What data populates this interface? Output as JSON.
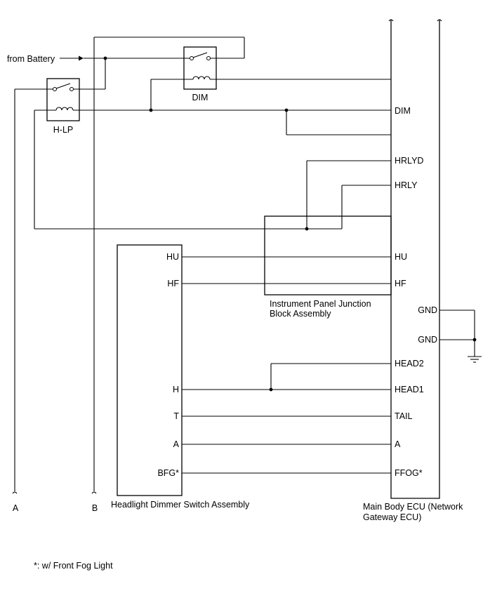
{
  "labels": {
    "from_battery": "from Battery",
    "hlp_relay": "H-LP",
    "dim_relay": "DIM",
    "connector_a": "A",
    "connector_b": "B",
    "junction_block": [
      "Instrument Panel Junction",
      "Block Assembly"
    ],
    "dimmer_switch": "Headlight Dimmer Switch Assembly",
    "ecu": [
      "Main Body ECU (Network",
      "Gateway ECU)"
    ],
    "footnote": "*: w/ Front Fog Light"
  },
  "switch_pins": {
    "hu": "HU",
    "hf": "HF",
    "h": "H",
    "t": "T",
    "a": "A",
    "bfg": "BFG*"
  },
  "ecu_pins": {
    "dim": "DIM",
    "hrlyd": "HRLYD",
    "hrly": "HRLY",
    "hu": "HU",
    "hf": "HF",
    "gnd1": "GND",
    "gnd2": "GND",
    "head2": "HEAD2",
    "head1": "HEAD1",
    "tail": "TAIL",
    "a": "A",
    "ffog": "FFOG*"
  }
}
